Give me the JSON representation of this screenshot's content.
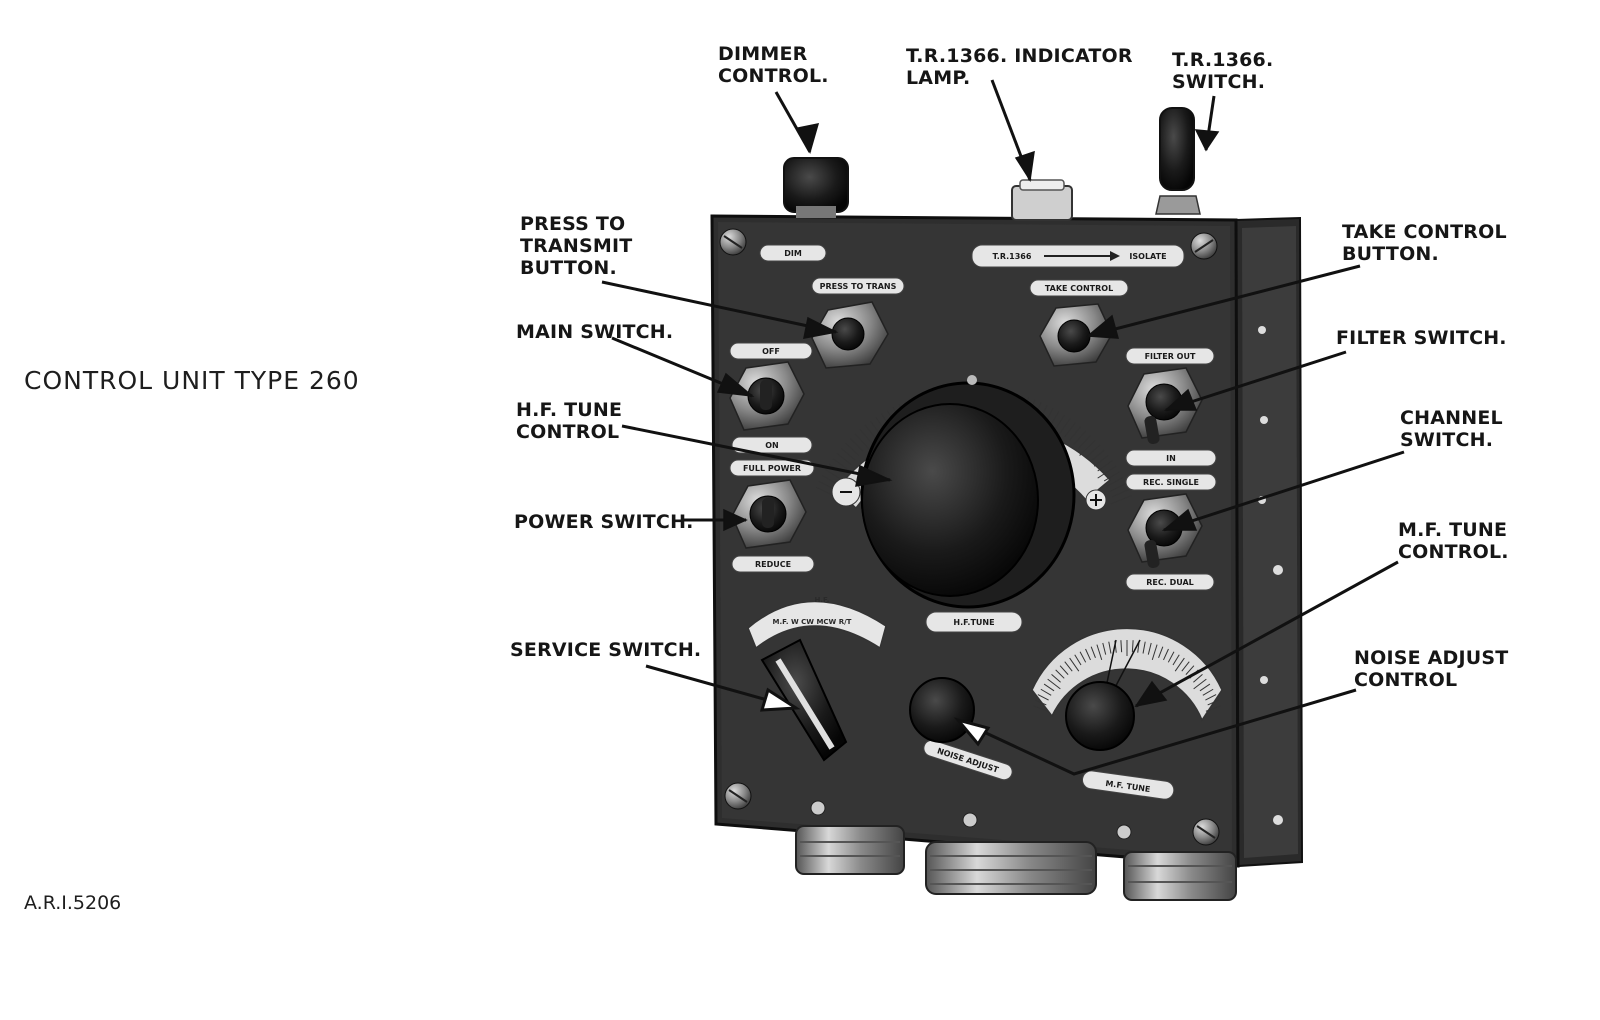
{
  "captions": {
    "title": "CONTROL UNIT TYPE 260",
    "reference": "A.R.I.5206"
  },
  "callouts": {
    "dimmer_control": [
      "DIMMER",
      "CONTROL."
    ],
    "indicator_lamp": [
      "T.R.1366. INDICATOR",
      "LAMP."
    ],
    "tr1366_switch": [
      "T.R.1366.",
      "SWITCH."
    ],
    "press_to_transmit": [
      "PRESS TO",
      "TRANSMIT",
      "BUTTON."
    ],
    "take_control": [
      "TAKE CONTROL",
      "BUTTON."
    ],
    "main_switch": [
      "MAIN SWITCH."
    ],
    "filter_switch": [
      "FILTER SWITCH."
    ],
    "hf_tune_control": [
      "H.F. TUNE",
      "CONTROL"
    ],
    "channel_switch": [
      "CHANNEL",
      "SWITCH."
    ],
    "power_switch": [
      "POWER SWITCH."
    ],
    "mf_tune_control": [
      "M.F. TUNE",
      "CONTROL."
    ],
    "service_switch": [
      "SERVICE SWITCH."
    ],
    "noise_adjust_control": [
      "NOISE ADJUST",
      "CONTROL"
    ]
  },
  "panel_plates": {
    "dim": "DIM",
    "tr1366": "T.R.1366",
    "isolate": "ISOLATE",
    "press_to_trans": "PRESS TO TRANS",
    "take_control": "TAKE CONTROL",
    "off": "OFF",
    "filter_out": "FILTER OUT",
    "on": "ON",
    "full_power": "FULL POWER",
    "in": "IN",
    "rec_single": "REC. SINGLE",
    "reduce": "REDUCE",
    "rec_dual": "REC. DUAL",
    "hf_tune": "H.F.TUNE",
    "noise_adjust": "NOISE ADJUST",
    "mf_tune": "M.F. TUNE",
    "service_modes": "M.F.  W  CW  MCW  R/T",
    "service_top": "H.F."
  }
}
